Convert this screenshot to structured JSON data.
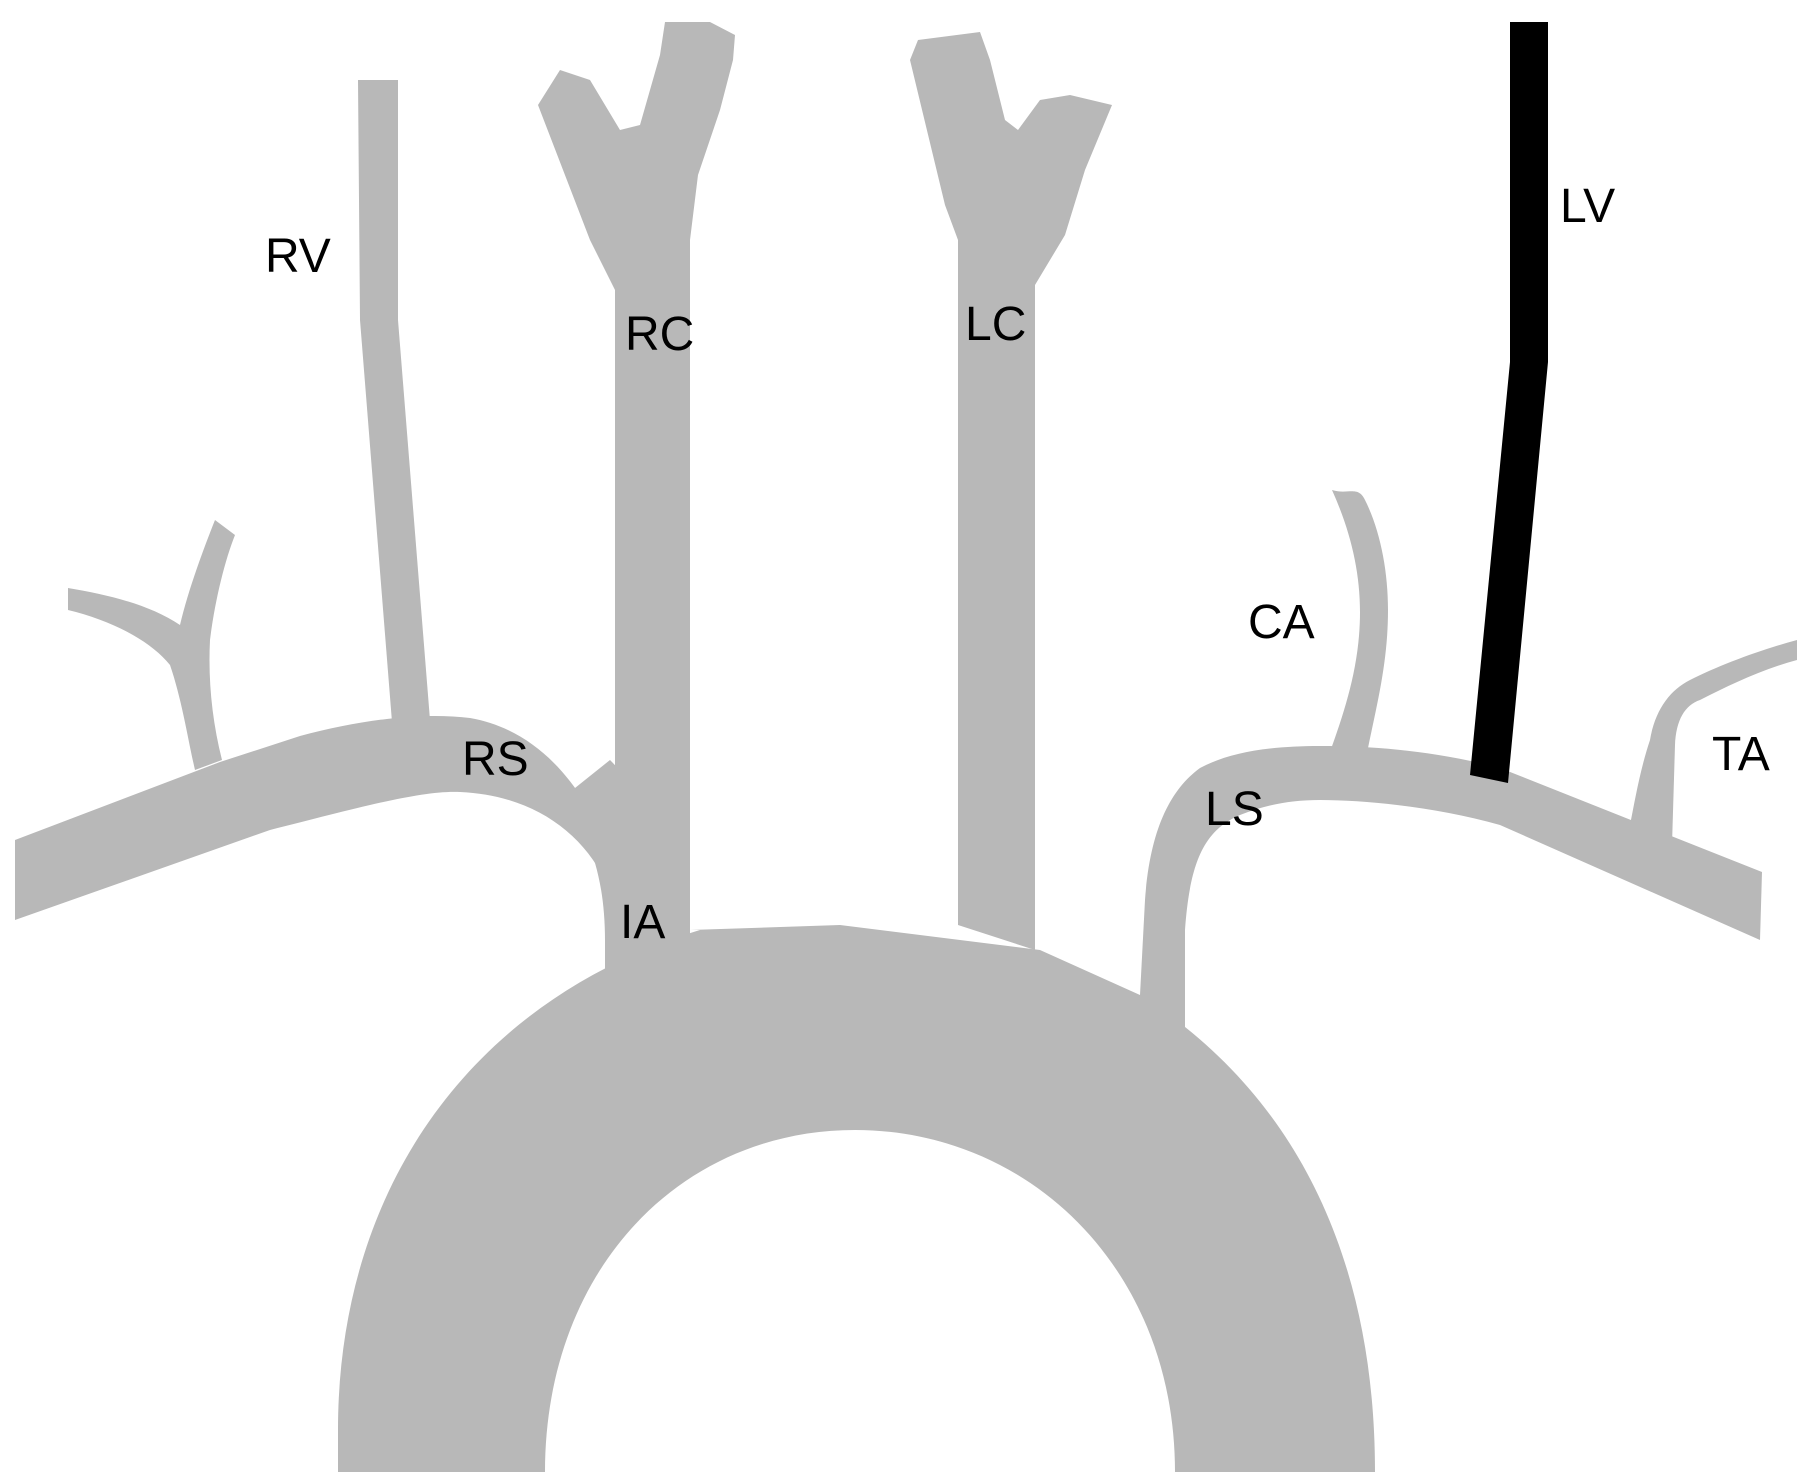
{
  "colors": {
    "vessel": "#b8b8b8",
    "highlight": "#000000",
    "background": "#ffffff",
    "label": "#000000"
  },
  "labels": {
    "rv": "RV",
    "rc": "RC",
    "lc": "LC",
    "lv": "LV",
    "ca": "CA",
    "rs": "RS",
    "ls": "LS",
    "ta": "TA",
    "ia": "IA"
  },
  "highlighted_vessel": "LV"
}
